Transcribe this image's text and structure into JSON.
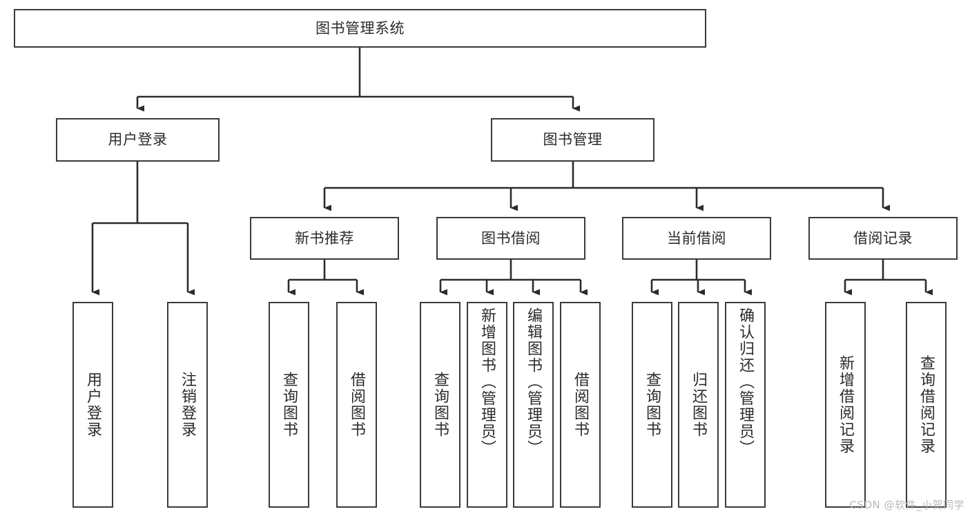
{
  "diagram": {
    "title": "图书管理系统",
    "type": "tree-hierarchy-chart",
    "watermark": "CSDN @软件_小贺同学",
    "colors": {
      "box_border": "#3a3a3a",
      "box_fill": "#ffffff",
      "edge": "#2b2b2b",
      "text": "#2b2b2b",
      "watermark": "#b9b9b9"
    },
    "root": {
      "label": "图书管理系统"
    },
    "level2": [
      {
        "label": "用户登录"
      },
      {
        "label": "图书管理"
      }
    ],
    "level3": [
      {
        "label": "新书推荐"
      },
      {
        "label": "图书借阅"
      },
      {
        "label": "当前借阅"
      },
      {
        "label": "借阅记录"
      }
    ],
    "leaves": {
      "user_login": [
        {
          "label": "用户登录"
        },
        {
          "label": "注销登录"
        }
      ],
      "new_book_recommend": [
        {
          "label": "查询图书"
        },
        {
          "label": "借阅图书"
        }
      ],
      "book_borrow": [
        {
          "label": "查询图书"
        },
        {
          "label": "新增图书（管理员）"
        },
        {
          "label": "编辑图书（管理员）"
        },
        {
          "label": "借阅图书"
        }
      ],
      "current_borrow": [
        {
          "label": "查询图书"
        },
        {
          "label": "归还图书"
        },
        {
          "label": "确认归还（管理员）"
        }
      ],
      "borrow_record": [
        {
          "label": "新增借阅记录"
        },
        {
          "label": "查询借阅记录"
        }
      ]
    }
  }
}
